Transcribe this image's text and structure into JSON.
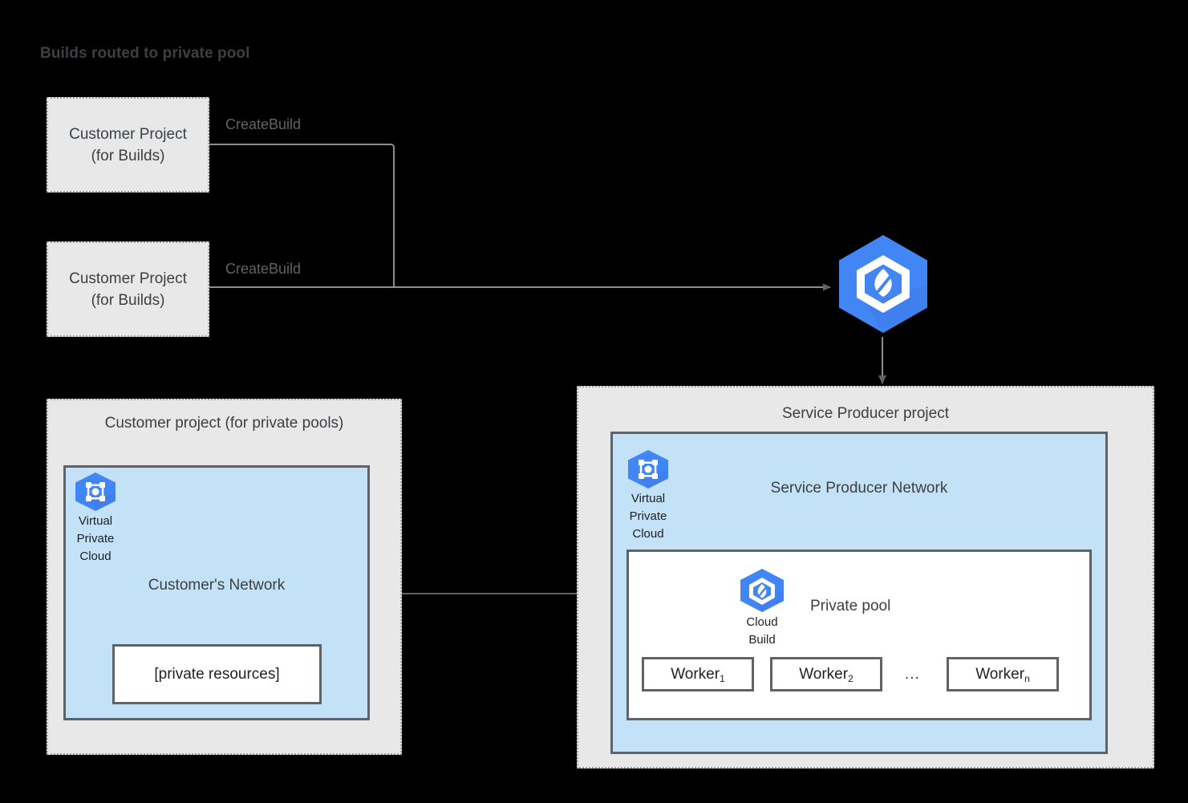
{
  "diagram": {
    "title": "Builds routed to private pool",
    "background_color": "#000000",
    "accent_blue": "#4285f4",
    "network_fill": "#c3e1f7",
    "project_fill": "#e8e8e8",
    "stroke_color": "#5f6368",
    "text_color": "#3c4043"
  },
  "customer_build_projects": [
    {
      "line1": "Customer Project",
      "line2": "(for Builds)",
      "edge_label": "CreateBuild"
    },
    {
      "line1": "Customer Project",
      "line2": "(for Builds)",
      "edge_label": "CreateBuild"
    }
  ],
  "cloud_build_service": {
    "icon": "cloud-build-icon"
  },
  "customer_private_pool_project": {
    "title": "Customer project (for private pools)",
    "network": {
      "title": "Customer's Network",
      "vpc_icon": {
        "icon": "virtual-private-cloud-icon",
        "caption_line1": "Virtual",
        "caption_line2": "Private",
        "caption_line3": "Cloud"
      },
      "resources_box": "[private resources]"
    }
  },
  "service_producer_project": {
    "title": "Service Producer project",
    "network": {
      "title": "Service Producer Network",
      "vpc_icon": {
        "icon": "virtual-private-cloud-icon",
        "caption_line1": "Virtual",
        "caption_line2": "Private",
        "caption_line3": "Cloud"
      },
      "private_pool": {
        "title": "Private pool",
        "cloud_build_icon": {
          "icon": "cloud-build-icon",
          "caption_line1": "Cloud",
          "caption_line2": "Build"
        },
        "workers": [
          {
            "name": "Worker",
            "sub": "1"
          },
          {
            "name": "Worker",
            "sub": "2"
          },
          {
            "name": "Worker",
            "sub": "n"
          }
        ],
        "ellipsis": "..."
      }
    }
  }
}
